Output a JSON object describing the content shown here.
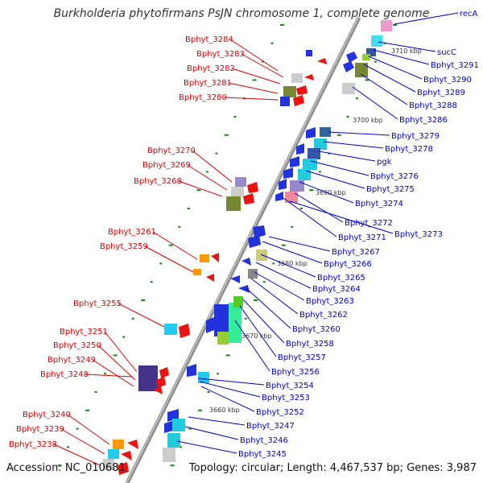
{
  "title": "Burkholderia phytofirmans PsJN chromosome 1, complete genome",
  "footer": {
    "accession": "Accession: NC_010681",
    "summary": "Topology: circular; Length: 4,467,537 bp; Genes: 3,987"
  },
  "colors": {
    "backbone": "#8a8a8a",
    "left_label": "#dd0000",
    "right_label": "#0000cc",
    "tick": "#118811"
  },
  "scale_labels": [
    "3710 kbp",
    "3700 kbp",
    "3690 kbp",
    "3680 kbp",
    "3670 kbp",
    "3660 kbp"
  ],
  "left_labels": [
    "Bphyt_3284",
    "Bphyt_3283",
    "Bphyt_3282",
    "Bphyt_3281",
    "Bphyt_3280",
    "Bphyt_3270",
    "Bphyt_3269",
    "Bphyt_3268",
    "Bphyt_3261",
    "Bphyt_3259",
    "Bphyt_3255",
    "Bphyt_3251",
    "Bphyt_3250",
    "Bphyt_3249",
    "Bphyt_3248",
    "Bphyt_3240",
    "Bphyt_3239",
    "Bphyt_3238"
  ],
  "right_labels": [
    "recA",
    "sucC",
    "Bphyt_3291",
    "Bphyt_3290",
    "Bphyt_3289",
    "Bphyt_3288",
    "Bphyt_3286",
    "Bphyt_3279",
    "Bphyt_3278",
    "pgk",
    "Bphyt_3276",
    "Bphyt_3275",
    "Bphyt_3274",
    "Bphyt_3272",
    "Bphyt_3273",
    "Bphyt_3271",
    "Bphyt_3267",
    "Bphyt_3266",
    "Bphyt_3265",
    "Bphyt_3264",
    "Bphyt_3263",
    "Bphyt_3262",
    "Bphyt_3260",
    "Bphyt_3258",
    "Bphyt_3257",
    "Bphyt_3256",
    "Bphyt_3254",
    "Bphyt_3253",
    "Bphyt_3252",
    "Bphyt_3247",
    "Bphyt_3246",
    "Bphyt_3245"
  ]
}
